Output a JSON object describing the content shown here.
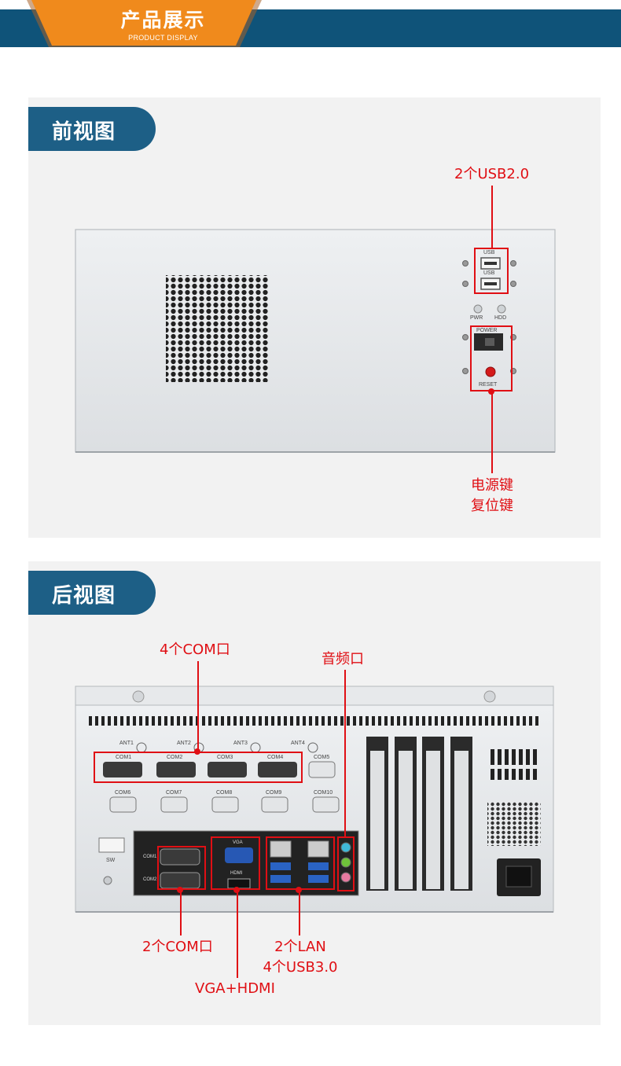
{
  "header": {
    "title": "产品展示",
    "subtitle": "PRODUCT DISPLAY",
    "bar_color": "#0f5379",
    "tab_color": "#f08a1c"
  },
  "front": {
    "section_label": "前视图",
    "callout_usb": "2个USB2.0",
    "callout_power_line1": "电源键",
    "callout_power_line2": "复位键",
    "panel_labels": {
      "usb_top": "USB",
      "usb_bottom": "USB",
      "pwr": "PWR",
      "hdd": "HDD",
      "power": "POWER",
      "reset": "RESET"
    }
  },
  "back": {
    "section_label": "后视图",
    "callout_com4": "4个COM口",
    "callout_audio": "音频口",
    "callout_com2": "2个COM口",
    "callout_lan_line1": "2个LAN",
    "callout_lan_line2": "4个USB3.0",
    "callout_video": "VGA+HDMI",
    "antennas": [
      "ANT1",
      "ANT2",
      "ANT3",
      "ANT4"
    ],
    "com_row1": [
      "COM1",
      "COM2",
      "COM3",
      "COM4",
      "COM5"
    ],
    "com_row2": [
      "COM6",
      "COM7",
      "COM8",
      "COM9",
      "COM10"
    ],
    "io_labels": {
      "com1": "COM1",
      "com2": "COM2",
      "vga": "VGA",
      "hdmi": "HDMI",
      "sw": "SW"
    }
  },
  "colors": {
    "accent_red": "#e00f14",
    "section_blue": "#1d5f86",
    "panel_bg": "#f2f2f2",
    "chassis": "#e4e6e8"
  }
}
